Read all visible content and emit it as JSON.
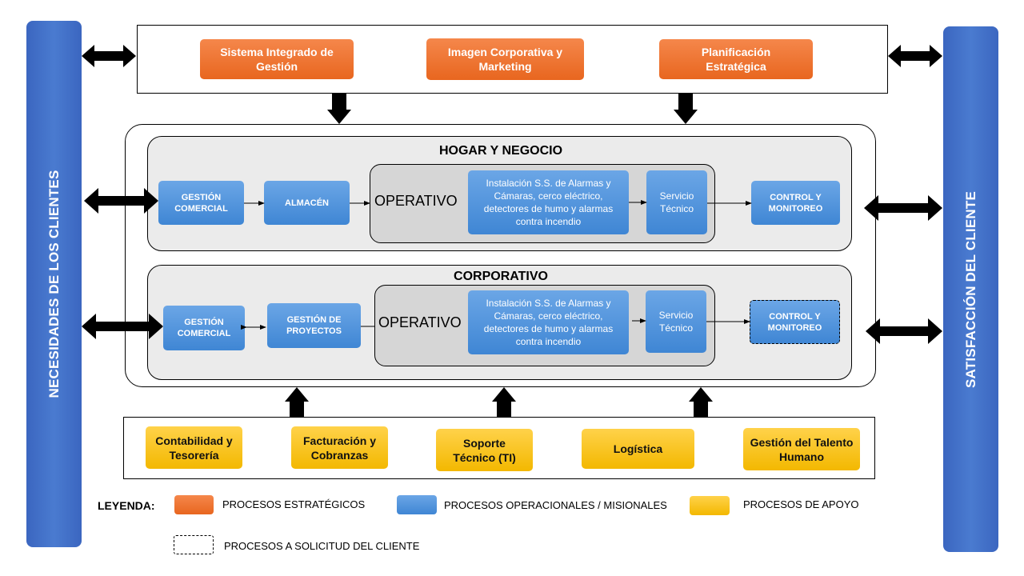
{
  "left_bar": {
    "label": "NECESIDADES DE LOS CLIENTES"
  },
  "right_bar": {
    "label": "SATISFACCIÓN DEL CLIENTE"
  },
  "strategic": [
    {
      "label": "Sistema Integrado de Gestión"
    },
    {
      "label": "Imagen Corporativa y Marketing"
    },
    {
      "label": "Planificación Estratégica"
    }
  ],
  "hogar": {
    "title": "HOGAR Y NEGOCIO",
    "gestion_comercial": "GESTIÓN COMERCIAL",
    "almacen": "ALMACÉN",
    "operativo": "OPERATIVO",
    "instalacion": "Instalación S.S. de Alarmas y Cámaras, cerco eléctrico, detectores de humo y alarmas contra incendio",
    "servicio_tecnico": "Servicio Técnico",
    "control": "CONTROL Y MONITOREO"
  },
  "corporativo": {
    "title": "CORPORATIVO",
    "gestion_comercial": "GESTIÓN COMERCIAL",
    "gestion_proyectos": "GESTIÓN DE PROYECTOS",
    "operativo": "OPERATIVO",
    "instalacion": "Instalación S.S. de Alarmas y Cámaras, cerco eléctrico, detectores de humo y alarmas contra incendio",
    "servicio_tecnico": "Servicio Técnico",
    "control": "CONTROL Y MONITOREO"
  },
  "support": [
    {
      "label": "Contabilidad y Tesorería"
    },
    {
      "label": "Facturación y Cobranzas"
    },
    {
      "label": "Soporte Técnico (TI)"
    },
    {
      "label": "Logística"
    },
    {
      "label": "Gestión del Talento Humano"
    }
  ],
  "legend": {
    "title": "LEYENDA:",
    "strategic": "PROCESOS ESTRATÉGICOS",
    "operational": "PROCESOS OPERACIONALES / MISIONALES",
    "support": "PROCESOS DE APOYO",
    "on_request": "PROCESOS A SOLICITUD DEL CLIENTE"
  },
  "colors": {
    "strategic": "#ec6f2a",
    "operational": "#4a8fd9",
    "support": "#f7c21a",
    "side_bars": "#4472c4"
  }
}
